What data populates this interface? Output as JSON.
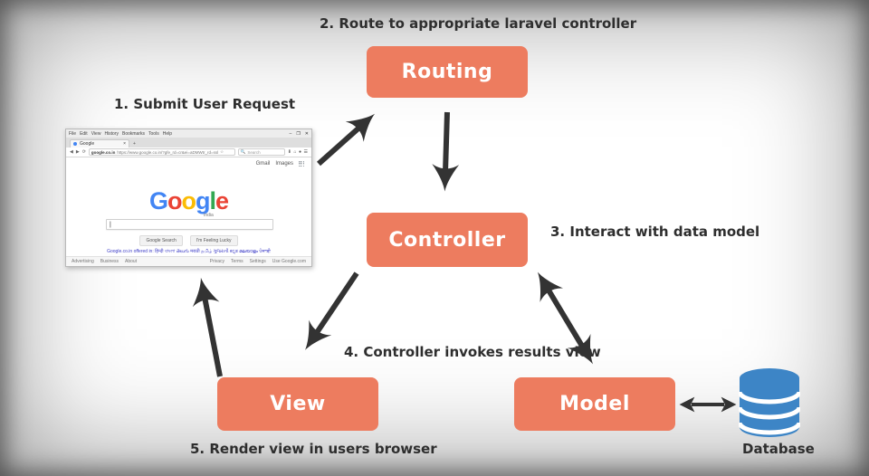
{
  "colors": {
    "accent": "#ED7C5F",
    "arrow": "#333333",
    "database": "#3D85C6"
  },
  "steps": {
    "step1": "1. Submit User Request",
    "step2": "2. Route to appropriate laravel controller",
    "step3": "3. Interact with data model",
    "step4": "4. Controller invokes results view",
    "step5": "5. Render view in users browser"
  },
  "nodes": {
    "routing": "Routing",
    "controller": "Controller",
    "view": "View",
    "model": "Model"
  },
  "database": {
    "label": "Database"
  },
  "browser": {
    "menu_items": [
      "File",
      "Edit",
      "View",
      "History",
      "Bookmarks",
      "Tools",
      "Help"
    ],
    "window_controls": {
      "minimize": "–",
      "maximize": "❐",
      "close": "✕"
    },
    "tab_title": "Google",
    "tab_close": "×",
    "new_tab": "+",
    "nav": {
      "back": "◀",
      "forward": "▶",
      "reload": "⟳"
    },
    "url": "https://www.google.co.in/?gfe_rd=cr&ei=aDMWtr_rd=ssl",
    "url_domain": "google.co.in",
    "star": "☆",
    "search_placeholder": "Search",
    "search_icon": "🔍",
    "menu_button": "☰",
    "applinks": {
      "gmail": "Gmail",
      "images": "Images"
    },
    "logo": {
      "letters": [
        {
          "ch": "G",
          "color": "#4285F4"
        },
        {
          "ch": "o",
          "color": "#EA4335"
        },
        {
          "ch": "o",
          "color": "#FBBC05"
        },
        {
          "ch": "g",
          "color": "#4285F4"
        },
        {
          "ch": "l",
          "color": "#34A853"
        },
        {
          "ch": "e",
          "color": "#EA4335"
        }
      ],
      "country": "India"
    },
    "search_cursor": "|",
    "buttons": [
      "Google Search",
      "I'm Feeling Lucky"
    ],
    "language_line": "Google.co.in offered in: हिन्दी বাংলা తెలుగు मराठी தமிழ் ગુજરાતી ಕನ್ನಡ മലയാളം ਪੰਜਾਬੀ",
    "footer_left": [
      "Advertising",
      "Business",
      "About"
    ],
    "footer_right": [
      "Privacy",
      "Terms",
      "Settings",
      "Use Google.com"
    ]
  }
}
